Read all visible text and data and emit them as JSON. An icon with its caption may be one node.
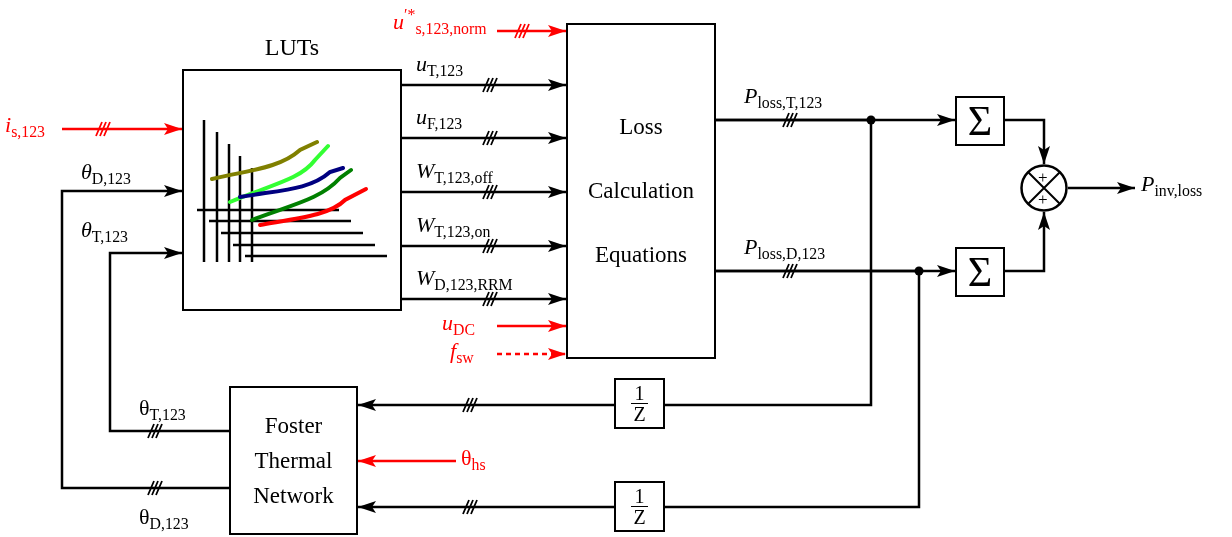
{
  "diagram": {
    "nodes": [
      {
        "text": [
          "LUTs"
        ]
      },
      {
        "text": [
          "Loss Calculation Equations"
        ]
      },
      {
        "text": [
          "Σ"
        ]
      },
      {
        "text": [
          "Σ"
        ]
      },
      {
        "text": [
          "+",
          "+"
        ]
      },
      {
        "text": [
          "1",
          "Z"
        ]
      },
      {
        "text": [
          "1",
          "Z"
        ]
      },
      {
        "text": [
          "Foster Thermal Network"
        ]
      }
    ],
    "edges": [
      {
        "from": null,
        "to": 0,
        "arrow": "to",
        "label": "*i*$_{s,123}$",
        "color": "#ff0000"
      },
      {
        "from": 7,
        "to": 0,
        "arrow": "to",
        "label": "*θ*$_{D,123}$"
      },
      {
        "from": 7,
        "to": 0,
        "arrow": "to",
        "label": "*θ*$_{T,123}$"
      },
      {
        "from": 0,
        "to": 1,
        "arrow": "to",
        "label": "*u*$_{T,123}$"
      },
      {
        "from": 0,
        "to": 1,
        "arrow": "to",
        "label": "*u*$_{F,123}$"
      },
      {
        "from": 0,
        "to": 1,
        "arrow": "to",
        "label": "*W*$_{T,123,off}$"
      },
      {
        "from": 0,
        "to": 1,
        "arrow": "to",
        "label": "*W*$_{T,123,on}$"
      },
      {
        "from": 0,
        "to": 1,
        "arrow": "to",
        "label": "*W*$_{D,123,RRM}$"
      },
      {
        "from": null,
        "to": 1,
        "arrow": "to",
        "label": "*u*$^{′*}$$_{s,123,norm}$",
        "color": "#ff0000"
      },
      {
        "from": null,
        "to": 1,
        "arrow": "to",
        "label": "*u*$_{DC}$",
        "color": "#ff0000"
      },
      {
        "from": null,
        "to": 1,
        "arrow": "to",
        "label": "*f*$_{sw}$",
        "style": "dashed",
        "color": "#ff0000"
      },
      {
        "from": 1,
        "to": 2,
        "arrow": "to",
        "label": "*P*$_{loss,T,123}$"
      },
      {
        "from": 1,
        "to": 5,
        "arrow": "none"
      },
      {
        "from": 1,
        "to": 3,
        "arrow": "to",
        "label": "*P*$_{loss,D,123}$"
      },
      {
        "from": 1,
        "to": 6,
        "arrow": "none"
      },
      {
        "from": 5,
        "to": 7,
        "arrow": "to"
      },
      {
        "from": 6,
        "to": 7,
        "arrow": "to"
      },
      {
        "from": null,
        "to": 7,
        "arrow": "to",
        "label": "θ$_{hs}$",
        "color": "#ff0000"
      },
      {
        "from": 2,
        "to": 4,
        "arrow": "to"
      },
      {
        "from": 3,
        "to": 4,
        "arrow": "to"
      },
      {
        "from": 4,
        "to": null,
        "arrow": "to",
        "label": "*P*$_{inv,loss}$"
      }
    ],
    "labels": [
      "θ$_{T,123}$",
      "θ$_{D,123}$"
    ]
  }
}
